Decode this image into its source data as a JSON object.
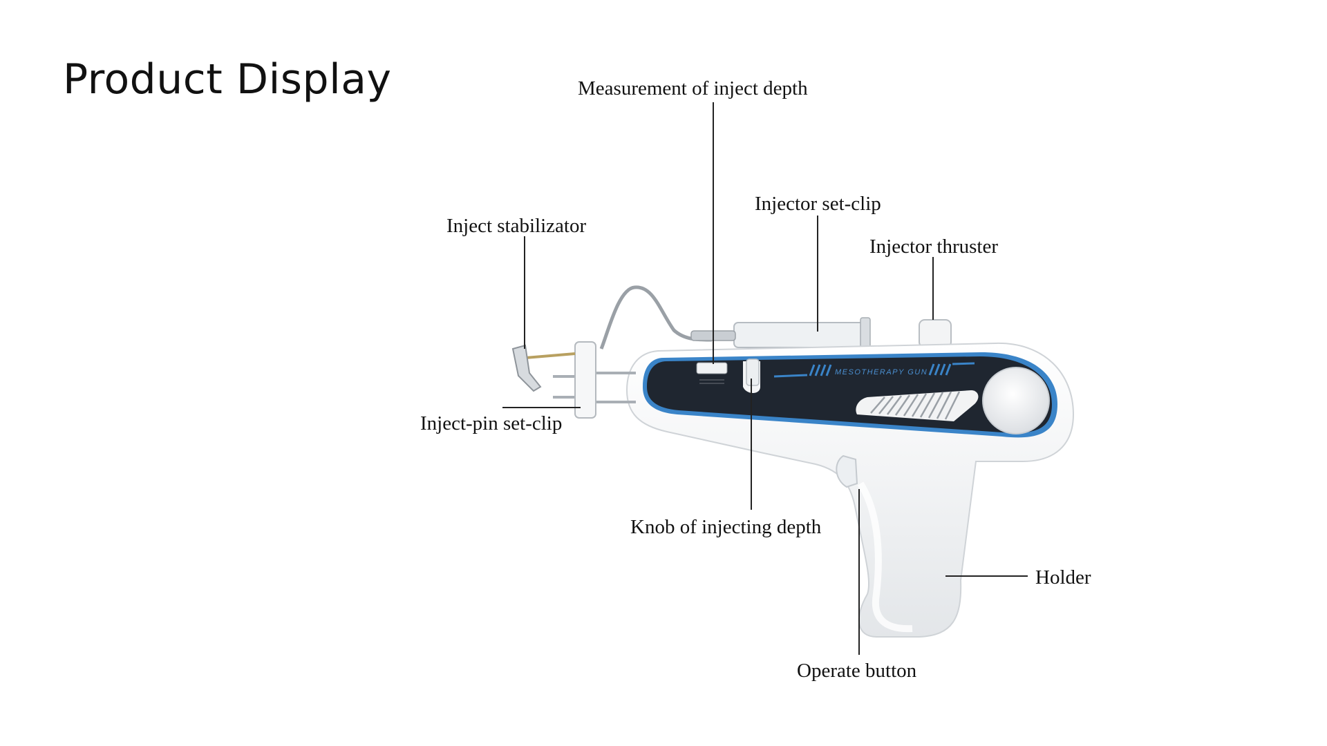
{
  "title": "Product Display",
  "product": {
    "brand_text": "MESOTHERAPY GUN"
  },
  "labels": {
    "measurement": "Measurement of inject depth",
    "injector_set_clip": "Injector set-clip",
    "inject_stabilizator": "Inject stabilizator",
    "injector_thruster": "Injector thruster",
    "inject_pin_set_clip": "Inject-pin set-clip",
    "knob_depth": "Knob of injecting depth",
    "holder": "Holder",
    "operate_button": "Operate button"
  },
  "colors": {
    "panel": "#1f2630",
    "accent_blue": "#3a84c8",
    "body": "#f4f5f6"
  }
}
